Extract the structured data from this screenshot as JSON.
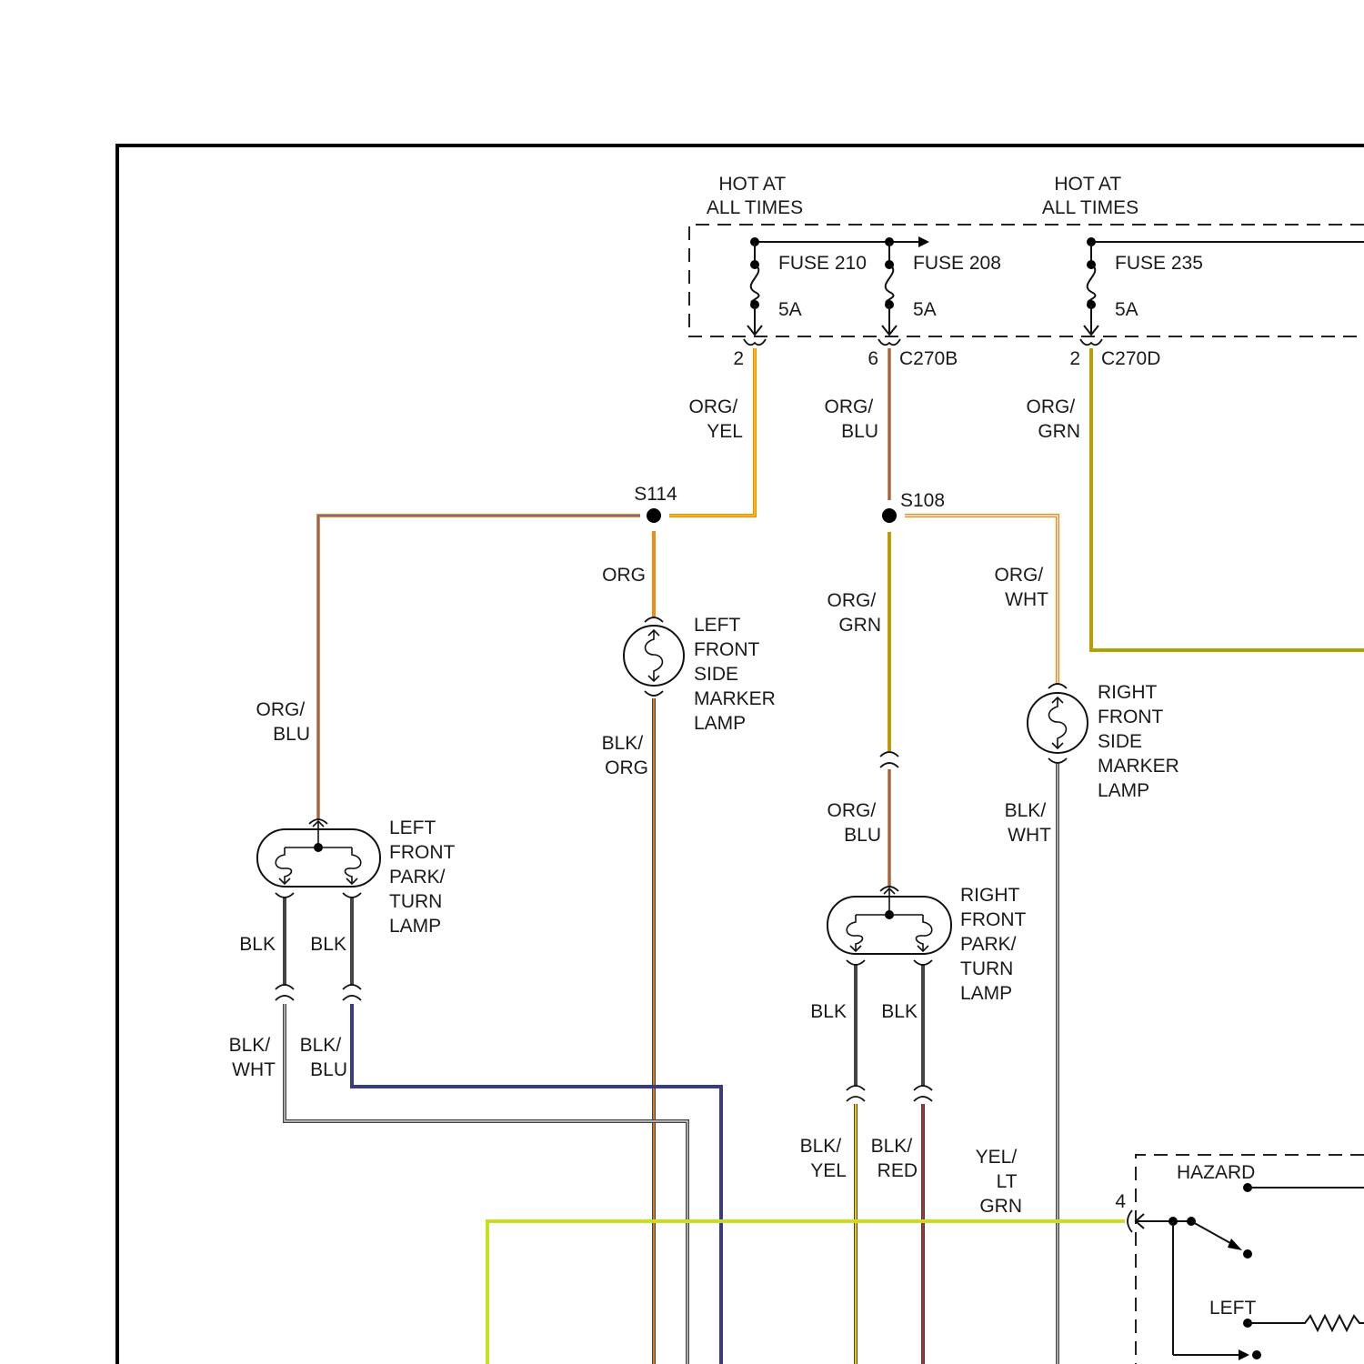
{
  "fuse_block": {
    "hot_label_1": [
      "HOT AT",
      "ALL TIMES"
    ],
    "hot_label_2": [
      "HOT AT",
      "ALL TIMES"
    ],
    "fuses": [
      {
        "name": "FUSE 210",
        "rating": "5A"
      },
      {
        "name": "FUSE 208",
        "rating": "5A"
      },
      {
        "name": "FUSE 235",
        "rating": "5A"
      }
    ]
  },
  "connectors": {
    "fuse210_pin": "2",
    "c270b_pin": "6",
    "c270b_label": "C270B",
    "c270d_pin": "2",
    "c270d_label": "C270D",
    "hazard_pin": "4"
  },
  "splices": {
    "s114": "S114",
    "s108": "S108"
  },
  "wires": {
    "org_yel": [
      "ORG/",
      "YEL"
    ],
    "org_blu_top": [
      "ORG/",
      "BLU"
    ],
    "org_grn_top": [
      "ORG/",
      "GRN"
    ],
    "org": "ORG",
    "org_grn_mid": [
      "ORG/",
      "GRN"
    ],
    "org_wht": [
      "ORG/",
      "WHT"
    ],
    "org_blu_left": [
      "ORG/",
      "BLU"
    ],
    "blk_org": [
      "BLK/",
      "ORG"
    ],
    "org_blu_right": [
      "ORG/",
      "BLU"
    ],
    "blk_wht_right": [
      "BLK/",
      "WHT"
    ],
    "blk_l1": "BLK",
    "blk_l2": "BLK",
    "blk_wht_left": [
      "BLK/",
      "WHT"
    ],
    "blk_blu": [
      "BLK/",
      "BLU"
    ],
    "blk_r1": "BLK",
    "blk_r2": "BLK",
    "blk_yel": [
      "BLK/",
      "YEL"
    ],
    "blk_red": [
      "BLK/",
      "RED"
    ],
    "yel_lt_grn": [
      "YEL/",
      "LT",
      "GRN"
    ]
  },
  "lamps": {
    "left_side_marker": [
      "LEFT",
      "FRONT",
      "SIDE",
      "MARKER",
      "LAMP"
    ],
    "right_side_marker": [
      "RIGHT",
      "FRONT",
      "SIDE",
      "MARKER",
      "LAMP"
    ],
    "left_park_turn": [
      "LEFT",
      "FRONT",
      "PARK/",
      "TURN",
      "LAMP"
    ],
    "right_park_turn": [
      "RIGHT",
      "FRONT",
      "PARK/",
      "TURN",
      "LAMP"
    ]
  },
  "hazard_switch": {
    "title": "HAZARD",
    "left_label": "LEFT"
  },
  "colors": {
    "org": "#f58a12",
    "yel": "#f5c800",
    "blu": "#5560c0",
    "grn": "#9aa800",
    "wht": "#ececec",
    "blk": "#444444",
    "dark_blu": "#3a3a8a",
    "red": "#cc2a2a",
    "lt_grn": "#aaf030"
  }
}
